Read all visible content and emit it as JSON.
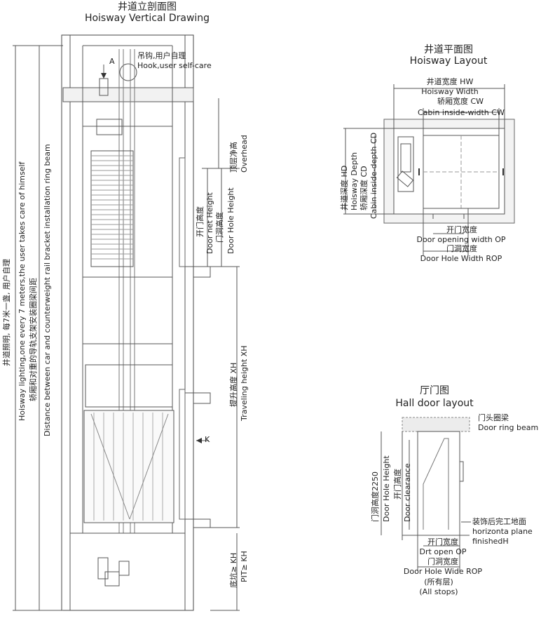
{
  "vertical_drawing": {
    "title_cn": "井道立剖面图",
    "title_en": "Hoisway Vertical Drawing",
    "hook_cn": "吊钩,用户自理",
    "hook_en": "Hook,user self-care",
    "mark_a": "A",
    "mark_k": "K",
    "overhead_cn": "顶层净高",
    "overhead_en": "Overhead",
    "door_net_height_cn": "开门高度",
    "door_net_height_en": "Door net Height",
    "door_hole_height_cn": "门洞高度",
    "door_hole_height_en": "Door Hole Height",
    "travel_cn": "提升高度 XH",
    "travel_en": "Traveling height XH",
    "pit_cn": "底坑≥ KH",
    "pit_en": "PIT≥ KH",
    "lighting_cn": "井道照明, 每7米一盏, 用户自理",
    "lighting_en": "Hoisway lighting,one every 7 meters,the user takes care of himself",
    "ringbeam_cn": "轿厢和对重的导轨支架安装圈梁间距",
    "ringbeam_en": "Distance between car and counterweight rail bracket installation ring beam"
  },
  "layout": {
    "title_cn": "井道平面图",
    "title_en": "Hoisway Layout",
    "hw_cn": "井道宽度 HW",
    "hw_en": "Hoisway Width",
    "cw_cn": "轿厢宽度 CW",
    "cw_en": "Cabin inside-width CW",
    "hd_cn": "井道深度 HD",
    "hd_en": "Hoisway Depth",
    "cd_cn": "轿厢深度 CD",
    "cd_en": "Cabin inside-depth CD",
    "op_cn": "开门宽度",
    "op_en": "Door opening width OP",
    "rop_cn": "门洞宽度",
    "rop_en": "Door Hole Width ROP"
  },
  "hall_door": {
    "title_cn": "厅门图",
    "title_en": "Hall door layout",
    "beam_cn": "门头圈梁",
    "beam_en": "Door ring beam",
    "hole_height_cn": "门洞高度2250",
    "hole_height_en": "Door Hole Height",
    "clearance_cn": "开门高度",
    "clearance_en": "Door clearance",
    "floor_cn": "装饰后完工地面",
    "floor_en1": "horizonta plane",
    "floor_en2": "finishedH",
    "op_cn": "开门宽度",
    "op_en": "Drt open OP",
    "rop_cn": "门洞宽度",
    "rop_en": "Door Hole Wide ROP",
    "stops_cn": "(所有层)",
    "stops_en": "(All stops)"
  }
}
